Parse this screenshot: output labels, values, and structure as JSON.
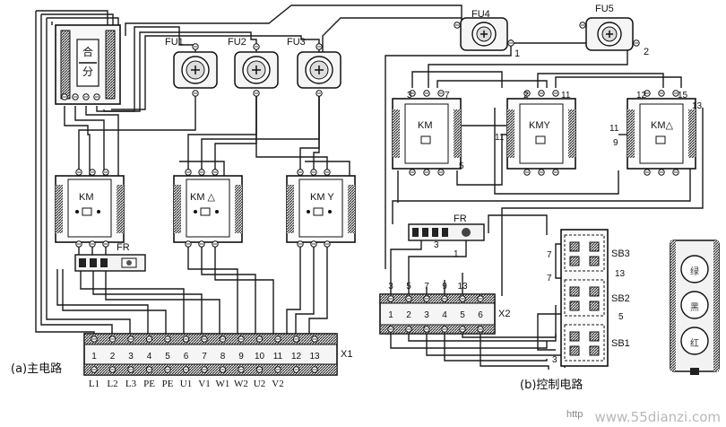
{
  "main_circuit": {
    "caption": "(a)主电路",
    "breaker": {
      "top_label": "合",
      "bottom_label": "分"
    },
    "fuses": [
      "FU1",
      "FU2",
      "FU3"
    ],
    "contactors": [
      "KM",
      "KM △",
      "KM Y"
    ],
    "relay": "FR",
    "terminal_block": {
      "name": "X1",
      "numbers": [
        "1",
        "2",
        "3",
        "4",
        "5",
        "6",
        "7",
        "8",
        "9",
        "10",
        "11",
        "12",
        "13"
      ],
      "labels": [
        "L1",
        "L2",
        "L3",
        "PE",
        "PE",
        "U1",
        "V1",
        "W1",
        "W2",
        "U2",
        "V2"
      ]
    }
  },
  "control_circuit": {
    "caption": "(b)控制电路",
    "fuses": [
      "FU4",
      "FU5"
    ],
    "fuse_wires": [
      "1",
      "2"
    ],
    "contactors": [
      "KM",
      "KMY",
      "KM△"
    ],
    "contactor_terminals": {
      "km": [
        "3",
        "7"
      ],
      "kmy": [
        "2",
        "11"
      ],
      "kmd": [
        "12",
        "15",
        "13"
      ]
    },
    "wire_labels": {
      "w11a": "11",
      "w11b": "11",
      "w9": "9",
      "w5": "5",
      "fr3": "3",
      "fr1": "1",
      "sb7a": "7",
      "sb7b": "7",
      "sb13": "13",
      "sb5": "5",
      "sb3": "3"
    },
    "relay": "FR",
    "terminal_block": {
      "name": "X2",
      "top_numbers": [
        "3",
        "5",
        "7",
        "9",
        "13"
      ],
      "numbers": [
        "1",
        "2",
        "3",
        "4",
        "5",
        "6"
      ]
    },
    "buttons": [
      "SB3",
      "SB2",
      "SB1"
    ],
    "panel_buttons": [
      "绿",
      "黑",
      "红"
    ]
  },
  "watermark": "www.55dianzi.com",
  "watermark_prefix": "http"
}
